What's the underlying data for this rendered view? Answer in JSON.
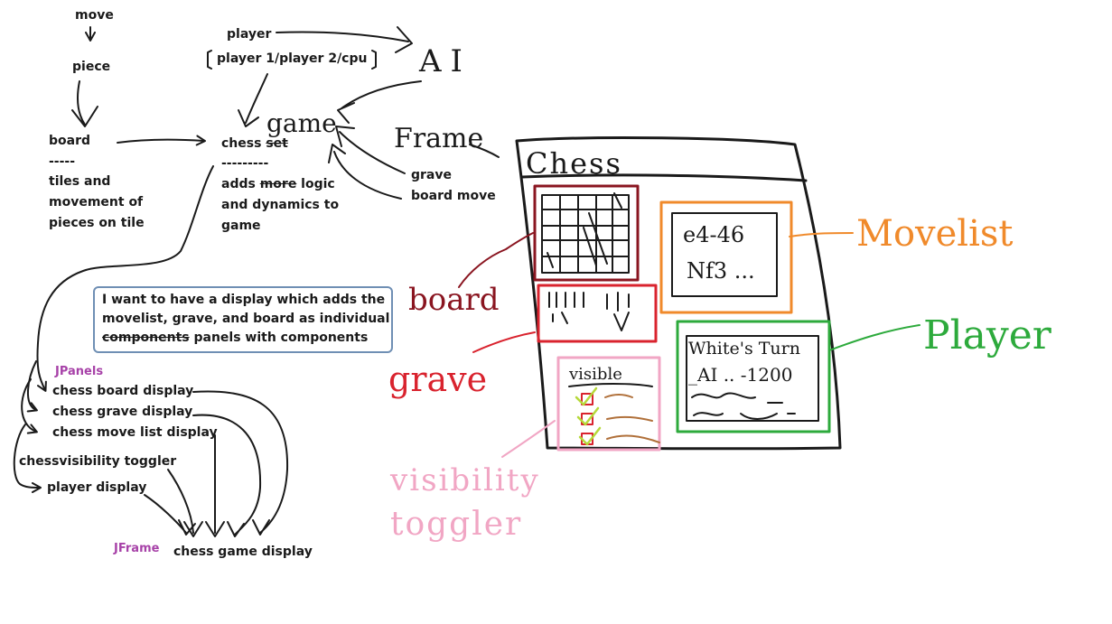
{
  "flow": {
    "move": "move",
    "piece": "piece",
    "board": "board",
    "board_sep": "-----",
    "board_desc_1": "tiles and",
    "board_desc_2": "movement of",
    "board_desc_3": "pieces on tile",
    "player": "player",
    "player_options": "player 1/player 2/cpu",
    "ai": "AI",
    "game": "game",
    "chess_prefix": "chess ",
    "chess_struck": "set",
    "game_sep": "---------",
    "game_desc_1_prefix": "adds ",
    "game_desc_1_struck": "more",
    "game_desc_1_suffix": " logic",
    "game_desc_2": "and dynamics to",
    "game_desc_3": "game",
    "frame": "Frame",
    "grave": "grave",
    "board_move": "board move"
  },
  "note": {
    "line_1": "I want to have a display which adds the",
    "line_2": "movelist, grave, and board as individual",
    "line_3_struck": "components",
    "line_3_rest": " panels with components"
  },
  "panels": {
    "jpanels": "JPanels",
    "items": [
      "chess board display",
      "chess grave display",
      "chess move list display",
      "chessvisibility toggler",
      "player display"
    ],
    "jframe": "JFrame",
    "frame_item": "chess game display"
  },
  "sketch": {
    "window_title": "Chess",
    "movelist_line_1": "e4-46",
    "movelist_line_2": "Nf3 ...",
    "player_title": "White's Turn",
    "player_line": "_AI .. -1200",
    "visible_title": "visible"
  },
  "labels": {
    "board": "board",
    "grave": "grave",
    "movelist": "Movelist",
    "player": "Player",
    "visibility_1": "visibility",
    "visibility_2": "toggler"
  },
  "colors": {
    "ink": "#1a1a1a",
    "board": "#8a1520",
    "grave": "#d9232e",
    "movelist": "#f08a2b",
    "player": "#2daa3c",
    "visibility": "#f1a6c4",
    "jlabel": "#a742a8",
    "note_border": "#6f8fb4",
    "check": "#b6d93a",
    "brown": "#b0703a"
  }
}
